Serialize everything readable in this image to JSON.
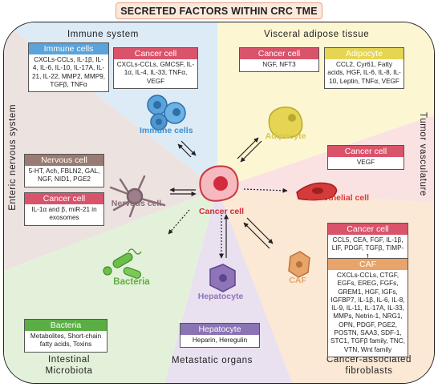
{
  "title": "SECRETED FACTORS WITHIN CRC TME",
  "sectors": {
    "immune": "Immune system",
    "adipose": "Visceral adipose tissue",
    "vasculature": "Tumor vasculature",
    "fibroblasts_line1": "Cancer-associated",
    "fibroblasts_line2": "fibroblasts",
    "metastatic": "Metastatic organs",
    "microbiota_line1": "Intestinal",
    "microbiota_line2": "Microbiota",
    "enteric": "Enteric nervous system"
  },
  "boxes": {
    "immune_cells": {
      "header": "Immune cells",
      "body": "CXCLs-CCLs, IL-1β, IL-4, IL-6, IL-10, IL-17A, IL-21, IL-22, MMP2, MMP9, TGFβ, TNFα"
    },
    "immune_cancer": {
      "header": "Cancer cell",
      "body": "CXCLs-CCLs, GMCSF, IL-1α, IL-4, IL-33, TNFα, VEGF"
    },
    "adipose_cancer": {
      "header": "Cancer cell",
      "body": "NGF, NFT3"
    },
    "adipocyte": {
      "header": "Adipocyte",
      "body": "CCL2, Cyr61, Fatty acids, HGF, IL-6, IL-8, IL-10, Leptin, TNFα, VEGF"
    },
    "vasc_cancer": {
      "header": "Cancer cell",
      "body": "VEGF"
    },
    "nervous": {
      "header": "Nervous cell",
      "body": "5-HT,  Ach, FBLN2, GAL, NGF, NID1, PGE2"
    },
    "nervous_cancer": {
      "header": "Cancer cell",
      "body": "IL-1α and β, miR-21 in exosomes"
    },
    "caf_cancer": {
      "header": "Cancer cell",
      "body": "CCL5, CEA, FGF, IL-1β, LIF, PDGF, TGFβ, TIMP-1"
    },
    "caf": {
      "header": "CAF",
      "body": "CXCLs-CCLs, CTGF, EGFs, EREG, FGFs, GREM1, HGF, IGFs, IGFBP7, IL-1β, IL-6, IL-8,  IL-9, IL-11, IL-17A, IL-33, MMPs, Netrin-1, NRG1,  OPN, PDGF, PGE2, POSTN, SAA3, SDF-1, STC1, TGFβ family, TNC, VTN, Wnt family"
    },
    "bacteria": {
      "header": "Bacteria",
      "body": "Metabolites, Short-chain fatty acids, Toxins"
    },
    "hepatocyte": {
      "header": "Hepatocyte",
      "body": "Heparin, Heregulin"
    }
  },
  "cells": {
    "immune": "Immune cells",
    "adipocyte": "Adipocyte",
    "nervous": "Nervous cell",
    "cancer": "Cancer cell",
    "endothelial": "Endothelial cell",
    "bacteria": "Bacteria",
    "hepatocyte": "Hepatocyte",
    "caf": "CAF"
  },
  "colors": {
    "immune_bg": "#ddebf7",
    "adipose_bg": "#fdf6d3",
    "vasc_bg": "#fbe2e2",
    "caf_bg": "#fbe8d5",
    "metastatic_bg": "#e9e0f0",
    "microbiota_bg": "#e4f1da",
    "enteric_bg": "#ece3e1",
    "cancer_label": "#d12b3c",
    "immune_label": "#3a8fd2",
    "adipocyte_label": "#d7c64a",
    "bacteria_label": "#5fae3e",
    "hepatocyte_label": "#8f74b8",
    "caf_label": "#e9a46a"
  }
}
